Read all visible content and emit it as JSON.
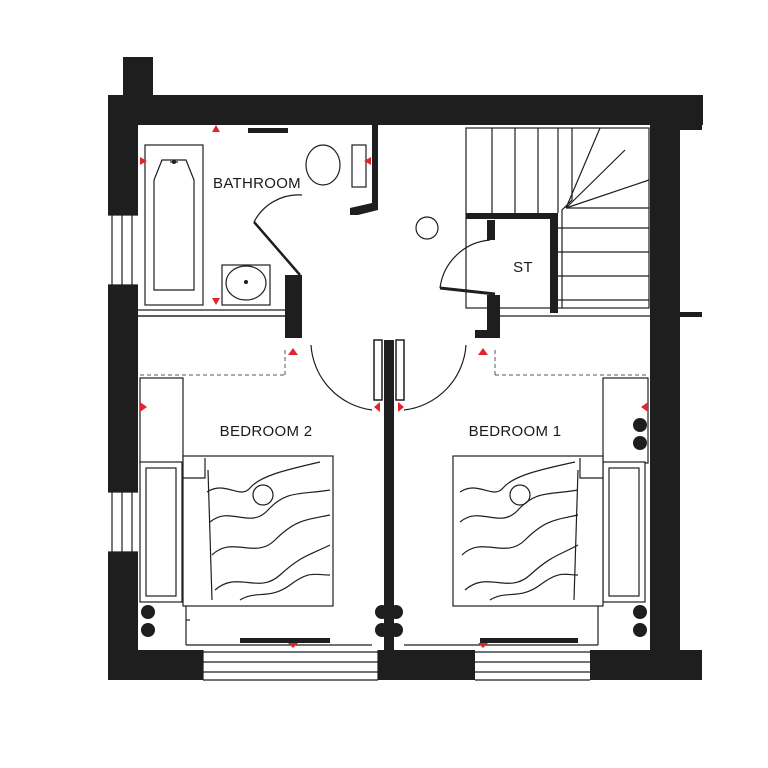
{
  "rooms": {
    "bathroom": "BATHROOM",
    "store": "ST",
    "bedroom2": "BEDROOM 2",
    "bedroom1": "BEDROOM 1"
  },
  "colors": {
    "wall": "#1e1e1e",
    "marker": "#e0262d",
    "background": "#ffffff"
  }
}
